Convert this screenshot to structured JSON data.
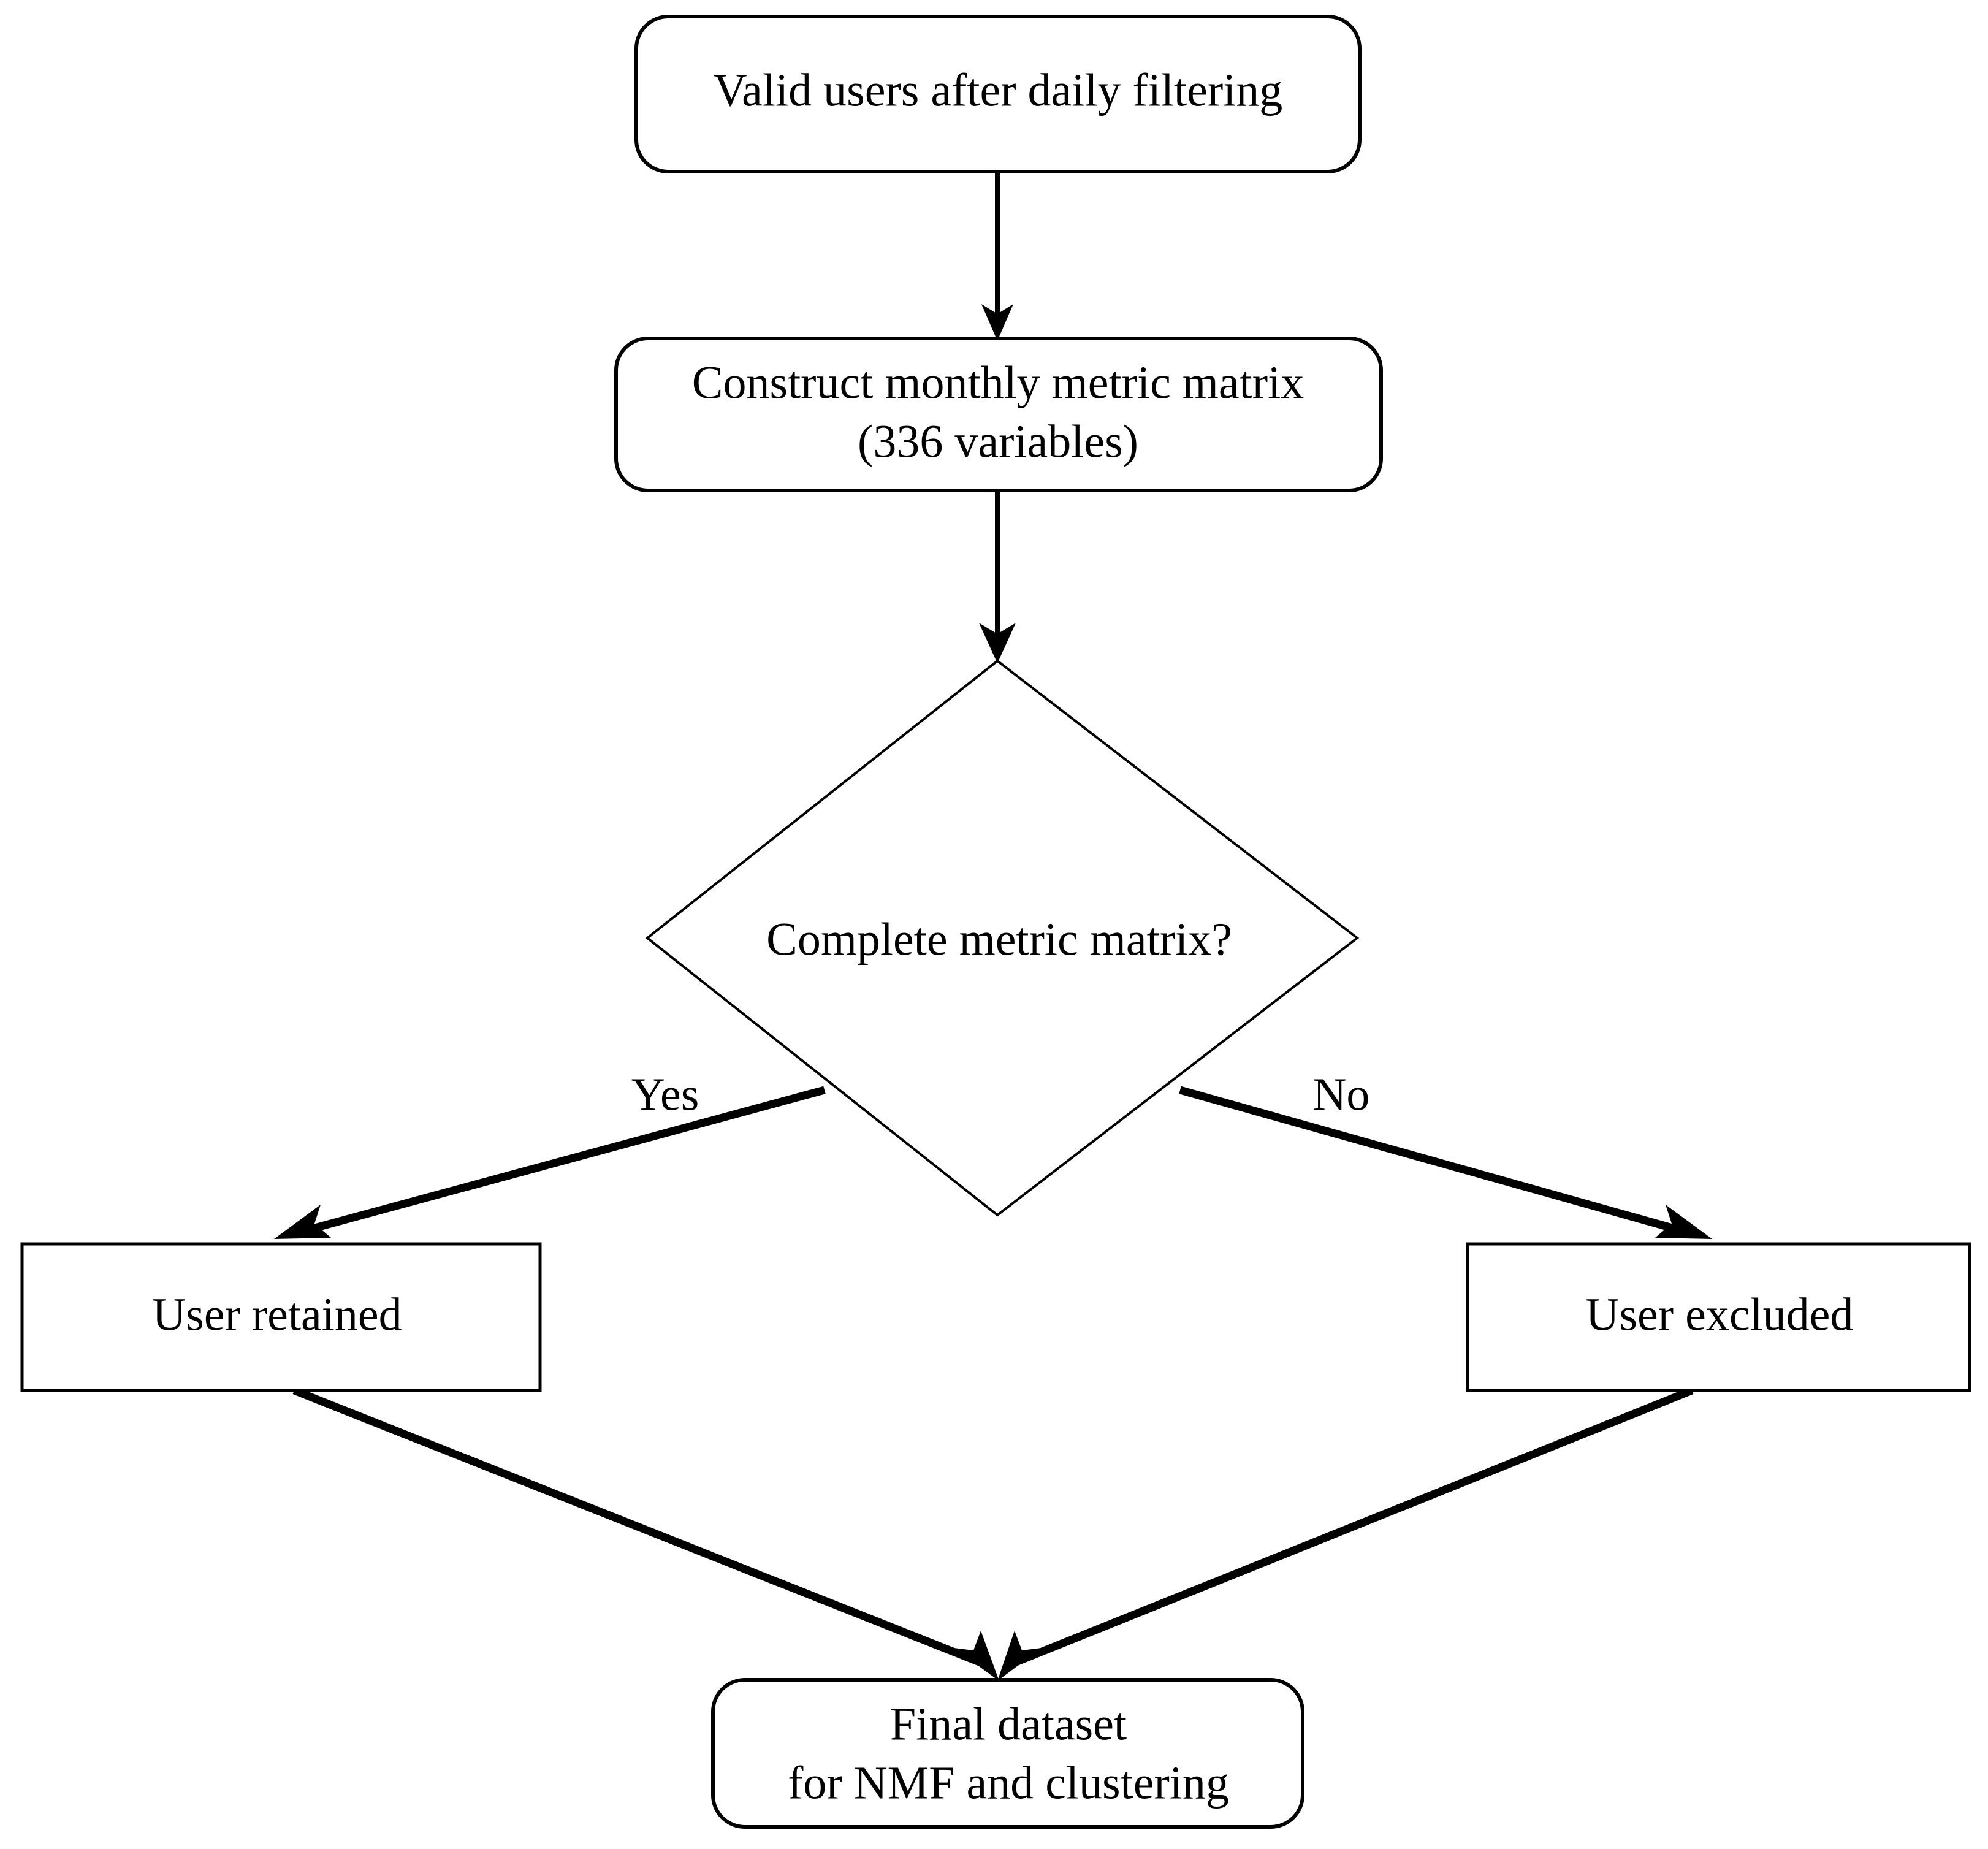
{
  "diagram": {
    "type": "flowchart",
    "title": "User filtering and metric matrix construction flowchart",
    "background_color": "#ffffff",
    "line_color": "#000000",
    "text_color": "#000000"
  },
  "nodes": {
    "start": {
      "id": "valid-users",
      "shape": "rounded-rectangle",
      "line1": "Valid users after daily filtering"
    },
    "construct": {
      "id": "construct-matrix",
      "shape": "rounded-rectangle",
      "line1": "Construct monthly metric matrix",
      "line2": "(336 variables)"
    },
    "decision": {
      "id": "complete-matrix",
      "shape": "diamond",
      "line1": "Complete metric matrix?"
    },
    "retained": {
      "id": "user-retained",
      "shape": "rectangle",
      "line1": "User retained"
    },
    "excluded": {
      "id": "user-excluded",
      "shape": "rectangle",
      "line1": "User excluded"
    },
    "final": {
      "id": "final-dataset",
      "shape": "rounded-rectangle",
      "line1": "Final dataset",
      "line2": "for NMF and clustering"
    }
  },
  "edges": {
    "yes_label": "Yes",
    "no_label": "No"
  }
}
